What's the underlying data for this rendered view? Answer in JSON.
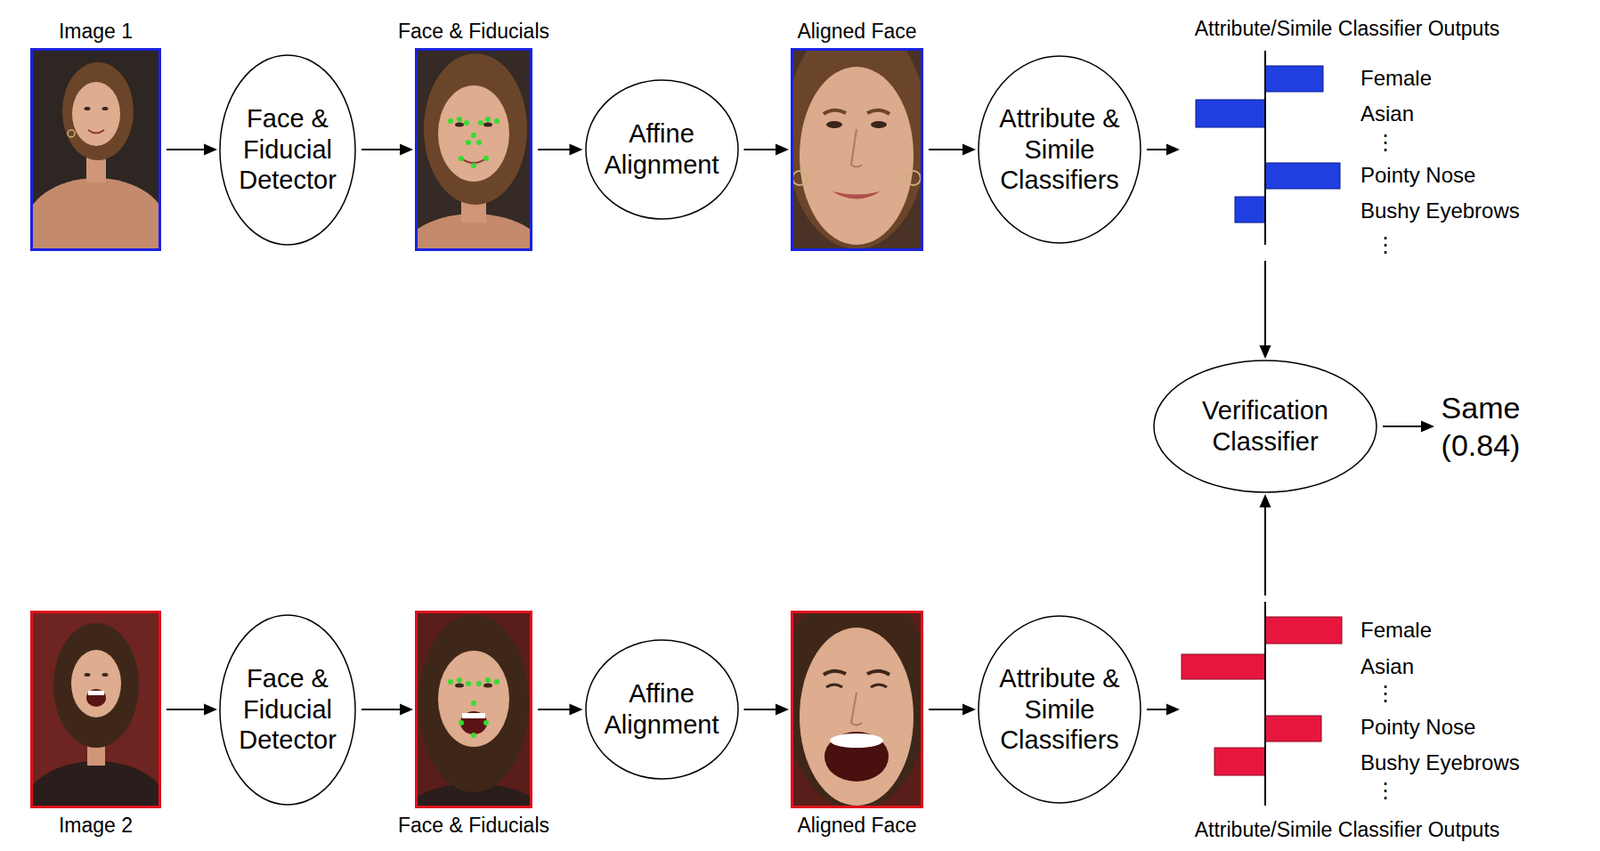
{
  "diagram": {
    "nodes": [
      {
        "text": [
          "Image 1"
        ]
      },
      {
        "text": [
          "Face & Fiducial Detector"
        ]
      },
      {
        "text": [
          "Face & Fiducials"
        ]
      },
      {
        "text": [
          "Affine Alignment"
        ]
      },
      {
        "text": [
          "Aligned Face"
        ]
      },
      {
        "text": [
          "Attribute & Simile Classifiers"
        ]
      },
      {
        "text": [
          "Attribute/Simile Classifier Outputs",
          "Female",
          "Asian",
          "⋮",
          "Pointy Nose",
          "Bushy Eyebrows",
          "⋮"
        ]
      },
      {
        "text": [
          "Verification Classifier"
        ]
      },
      {
        "text": [
          "Same (0.84)"
        ]
      },
      {
        "text": [
          "Image 2"
        ]
      },
      {
        "text": [
          "Face & Fiducial Detector"
        ]
      },
      {
        "text": [
          "Face & Fiducials"
        ]
      },
      {
        "text": [
          "Affine Alignment"
        ]
      },
      {
        "text": [
          "Aligned Face"
        ]
      },
      {
        "text": [
          "Attribute & Simile Classifiers"
        ]
      },
      {
        "text": [
          "Attribute/Simile Classifier Outputs",
          "Female",
          "Asian",
          "⋮",
          "Pointy Nose",
          "Bushy Eyebrows",
          "⋮"
        ]
      }
    ],
    "edges": [
      {
        "from": 0,
        "to": 1,
        "arrow": "to"
      },
      {
        "from": 1,
        "to": 2,
        "arrow": "to"
      },
      {
        "from": 2,
        "to": 3,
        "arrow": "to"
      },
      {
        "from": 3,
        "to": 4,
        "arrow": "to"
      },
      {
        "from": 4,
        "to": 5,
        "arrow": "to"
      },
      {
        "from": 5,
        "to": 6,
        "arrow": "to"
      },
      {
        "from": 6,
        "to": 7,
        "arrow": "to"
      },
      {
        "from": 7,
        "to": 8,
        "arrow": "to"
      },
      {
        "from": 9,
        "to": 10,
        "arrow": "to"
      },
      {
        "from": 10,
        "to": 11,
        "arrow": "to"
      },
      {
        "from": 11,
        "to": 12,
        "arrow": "to"
      },
      {
        "from": 12,
        "to": 13,
        "arrow": "to"
      },
      {
        "from": 13,
        "to": 14,
        "arrow": "to"
      },
      {
        "from": 14,
        "to": 15,
        "arrow": "to"
      },
      {
        "from": 15,
        "to": 7,
        "arrow": "to"
      }
    ]
  }
}
